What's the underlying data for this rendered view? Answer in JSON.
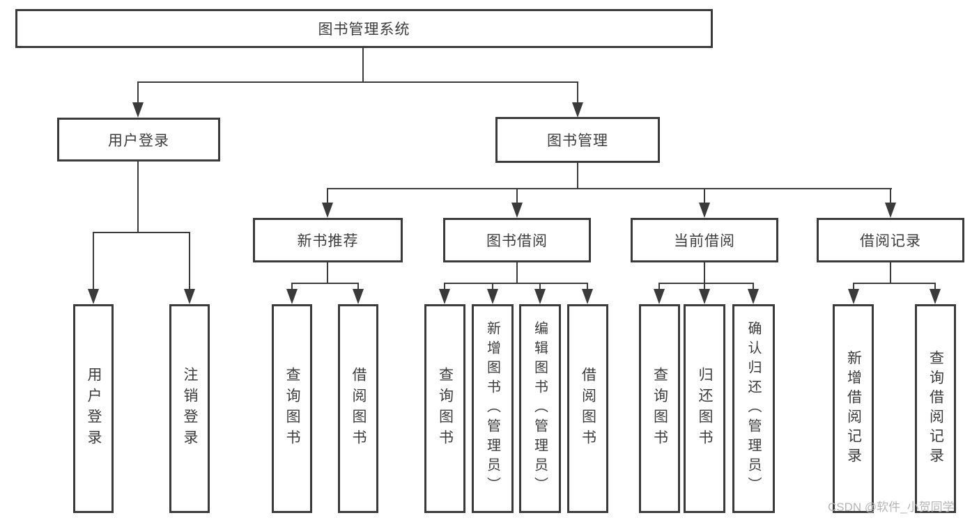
{
  "colors": {
    "line": "#3a3a3a",
    "text": "#3c3c3c",
    "watermark": "#b5b5b5",
    "box_background": "#ffffff"
  },
  "watermark": {
    "text": "CSDN @软件_小贺同学"
  },
  "tree": {
    "label": "图书管理系统",
    "children": [
      {
        "label": "用户登录",
        "children": [
          {
            "label": "用户登录"
          },
          {
            "label": "注销登录"
          }
        ]
      },
      {
        "label": "图书管理",
        "children": [
          {
            "label": "新书推荐",
            "children": [
              {
                "label": "查询图书"
              },
              {
                "label": "借阅图书"
              }
            ]
          },
          {
            "label": "图书借阅",
            "children": [
              {
                "label": "查询图书"
              },
              {
                "label": "新增图书（管理员）"
              },
              {
                "label": "编辑图书（管理员）"
              },
              {
                "label": "借阅图书"
              }
            ]
          },
          {
            "label": "当前借阅",
            "children": [
              {
                "label": "查询图书"
              },
              {
                "label": "归还图书"
              },
              {
                "label": "确认归还（管理员）"
              }
            ]
          },
          {
            "label": "借阅记录",
            "children": [
              {
                "label": "新增借阅记录"
              },
              {
                "label": "查询借阅记录"
              }
            ]
          }
        ]
      }
    ]
  }
}
